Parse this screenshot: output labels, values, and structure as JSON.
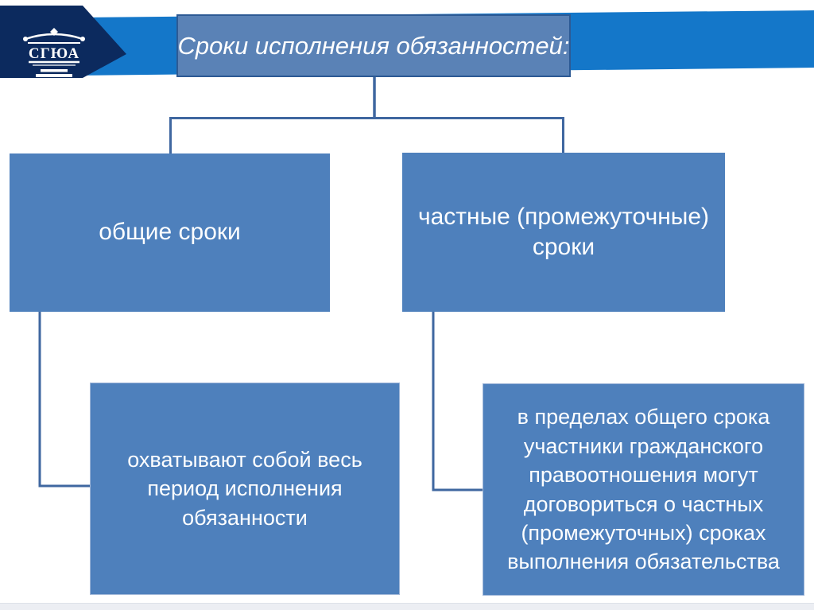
{
  "slide": {
    "logo_text": "СГЮА",
    "title": "Сроки исполнения обязанностей:",
    "tree": {
      "branch_left": {
        "label": "общие сроки",
        "detail": "охватывают собой весь период исполнения обязанности"
      },
      "branch_right": {
        "label": "частные (промежуточные) сроки",
        "detail": "в пределах общего срока участники гражданского правоотношения могут договориться о частных (промежуточных) сроках выполнения обязательства"
      }
    },
    "colors": {
      "accent_band": "#1477c9",
      "pennant_navy": "#0c2a5e",
      "title_fill": "#5a82b6",
      "title_border": "#2d5a94",
      "node_fill": "#4e80bc",
      "connector": "#3f67a0",
      "text": "#ffffff"
    }
  }
}
